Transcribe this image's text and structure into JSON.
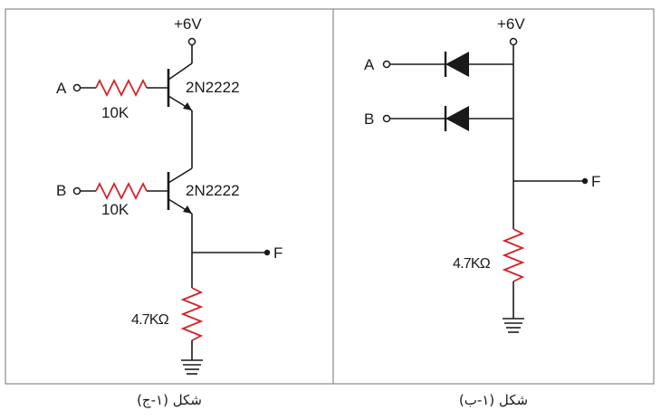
{
  "left_panel": {
    "supply": "+6V",
    "input_a": "A",
    "input_b": "B",
    "transistor_top": "2N2222",
    "transistor_bottom": "2N2222",
    "resistor_a": "10K",
    "resistor_b": "10K",
    "resistor_out": "4.7KΩ",
    "output": "F",
    "caption": "شکل (۱-ج)"
  },
  "right_panel": {
    "supply": "+6V",
    "input_a": "A",
    "input_b": "B",
    "resistor_out": "4.7KΩ",
    "output": "F",
    "caption": "شکل (۱-ب)"
  },
  "colors": {
    "resistor": "#d6202a",
    "wire": "#1a1a1a",
    "frame": "#8a8a8a"
  }
}
